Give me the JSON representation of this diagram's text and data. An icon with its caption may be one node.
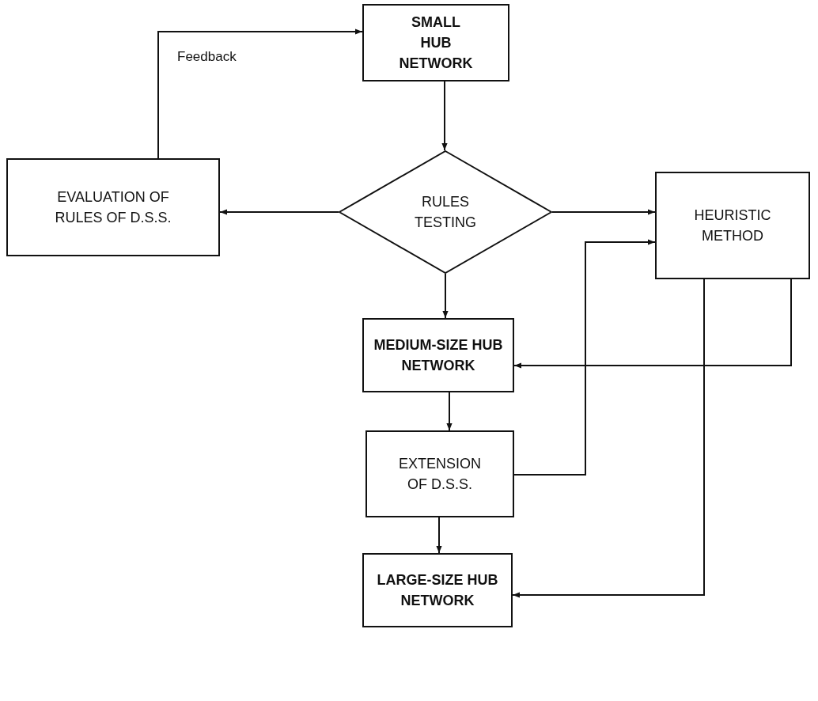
{
  "diagram": {
    "nodes": [
      {
        "text": [
          "SMALL HUB NETWORK"
        ]
      },
      {
        "text": [
          "RULES TESTING"
        ]
      },
      {
        "text": [
          "EVALUATION OF RULES OF D.S.S."
        ]
      },
      {
        "text": [
          "HEURISTIC METHOD"
        ]
      },
      {
        "text": [
          "MEDIUM-SIZE HUB NETWORK"
        ]
      },
      {
        "text": [
          "EXTENSION OF D.S.S."
        ]
      },
      {
        "text": [
          "LARGE-SIZE HUB NETWORK"
        ]
      }
    ],
    "edges": [
      {
        "from": 0,
        "to": 1,
        "arrow": "to"
      },
      {
        "from": 1,
        "to": 2,
        "arrow": "to"
      },
      {
        "from": 1,
        "to": 3,
        "arrow": "to"
      },
      {
        "from": 2,
        "to": 0,
        "arrow": "to",
        "label": "Feedback"
      },
      {
        "from": 1,
        "to": 4,
        "arrow": "to"
      },
      {
        "from": 3,
        "to": 4,
        "arrow": "to"
      },
      {
        "from": 4,
        "to": 5,
        "arrow": "to"
      },
      {
        "from": 5,
        "to": 3,
        "arrow": "to"
      },
      {
        "from": 5,
        "to": 6,
        "arrow": "to"
      },
      {
        "from": 3,
        "to": 6,
        "arrow": "to"
      }
    ]
  }
}
